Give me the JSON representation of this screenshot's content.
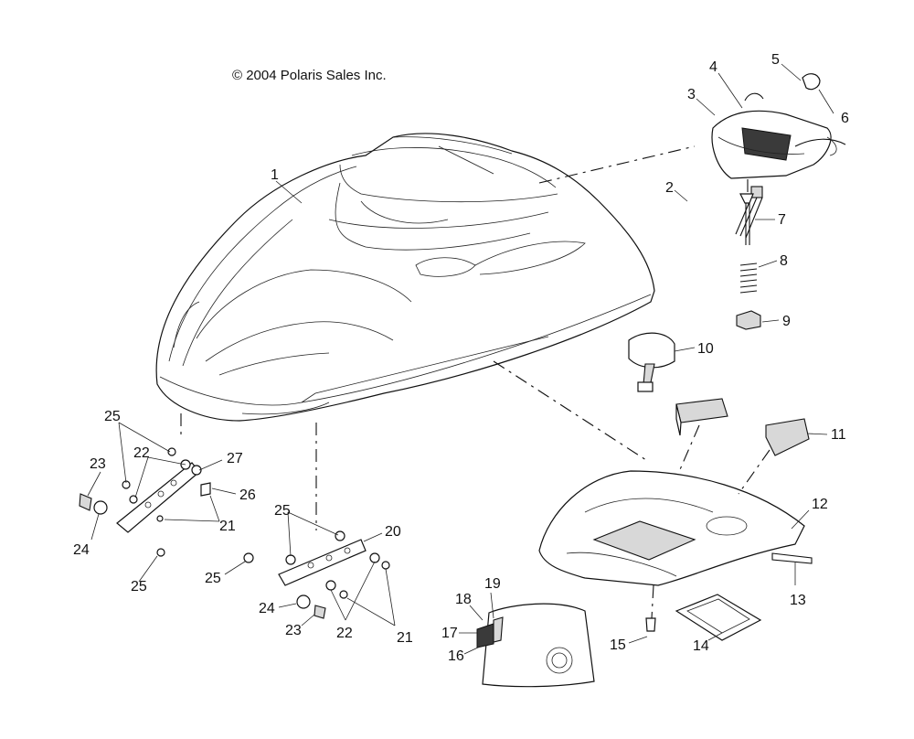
{
  "copyright": "© 2004 Polaris Sales Inc.",
  "callouts": [
    "1",
    "2",
    "3",
    "4",
    "5",
    "6",
    "7",
    "8",
    "9",
    "10",
    "11",
    "12",
    "13",
    "14",
    "15",
    "16",
    "17",
    "18",
    "19",
    "20",
    "21",
    "21",
    "22",
    "22",
    "23",
    "23",
    "24",
    "24",
    "25",
    "25",
    "25",
    "25",
    "26",
    "27"
  ]
}
